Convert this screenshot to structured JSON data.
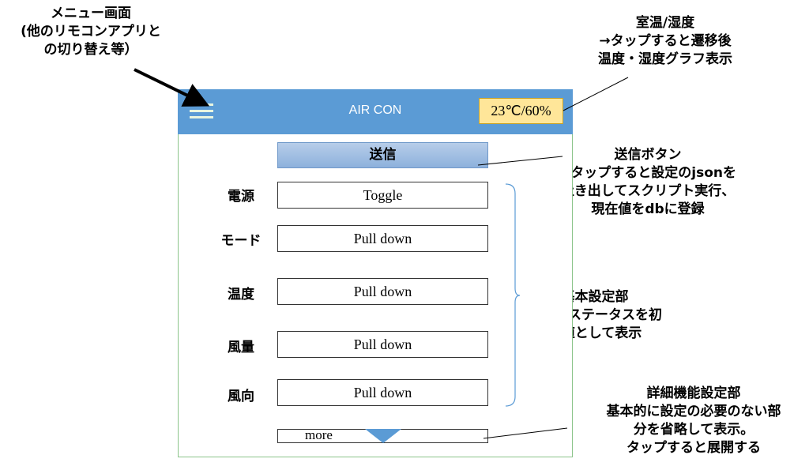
{
  "notes": {
    "menu": [
      "メニュー画面",
      "(他のリモコンアプリと",
      "の切り替え等）"
    ],
    "temp": [
      "室温/湿度",
      "→タップすると遷移後",
      "温度・湿度グラフ表示"
    ],
    "send": [
      "送信ボタン",
      "→タップすると設定のjsonを",
      "吐き出してスクリプト実行、",
      "現在値をdbに登録"
    ],
    "basic": [
      "基本設定部",
      "現在のステータスを初",
      "期値として表示"
    ],
    "detail": [
      "詳細機能設定部",
      "基本的に設定の必要のない部",
      "分を省略して表示。",
      "タップすると展開する"
    ]
  },
  "app": {
    "title": "AIR CON",
    "temp_humidity": "23℃/60%",
    "send_label": "送信",
    "rows": [
      {
        "label": "電源",
        "control": "Toggle"
      },
      {
        "label": "モード",
        "control": "Pull down"
      },
      {
        "label": "温度",
        "control": "Pull down"
      },
      {
        "label": "風量",
        "control": "Pull down"
      },
      {
        "label": "風向",
        "control": "Pull down"
      }
    ],
    "more_label": "more"
  },
  "colors": {
    "header": "#5b9bd5",
    "badge": "#ffe699",
    "frame_border": "#8bc48a"
  }
}
